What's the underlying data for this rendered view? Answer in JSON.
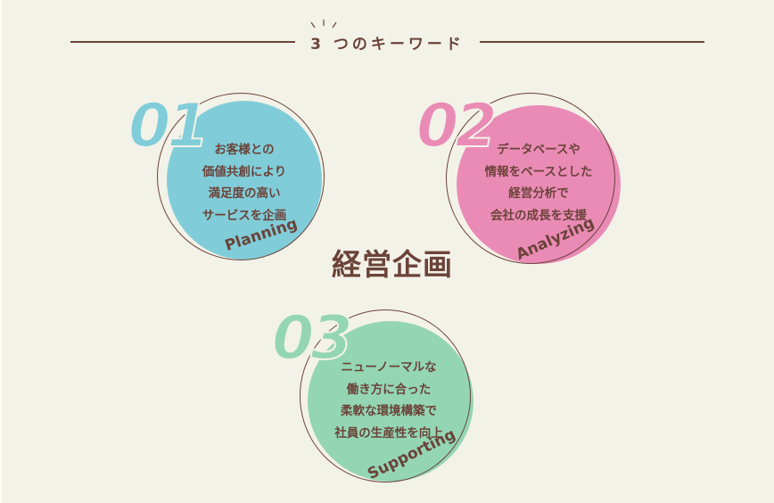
{
  "header": {
    "title": "3 つのキーワード"
  },
  "center_title": "経営企画",
  "colors": {
    "background": "#f3f2e8",
    "text": "#6b4339",
    "planning": "#80cdd9",
    "analyzing": "#ea8bb6",
    "supporting": "#94d6b4"
  },
  "keywords": [
    {
      "number": "01",
      "english": "Planning",
      "lines": [
        "お客様との",
        "価値共創により",
        "満足度の高い",
        "サービスを企画"
      ]
    },
    {
      "number": "02",
      "english": "Analyzing",
      "lines": [
        "データベースや",
        "情報をベースとした",
        "経営分析で",
        "会社の成長を支援"
      ]
    },
    {
      "number": "03",
      "english": "Supporting",
      "lines": [
        "ニューノーマルな",
        "働き方に合った",
        "柔軟な環境構築で",
        "社員の生産性を向上"
      ]
    }
  ]
}
